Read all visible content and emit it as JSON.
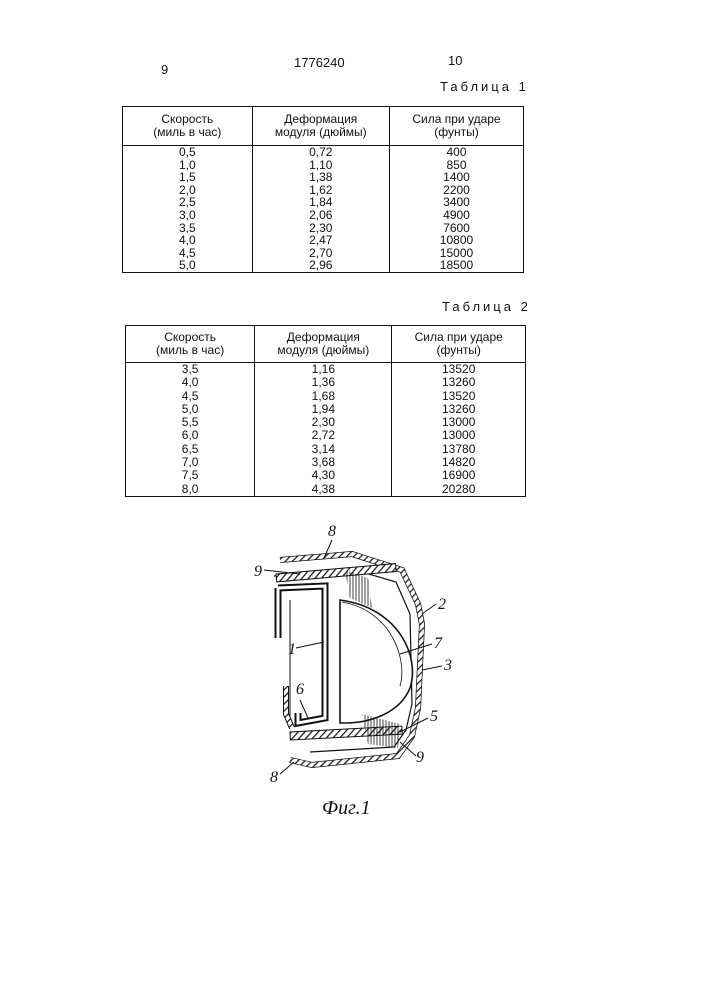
{
  "header": {
    "page_left": "9",
    "patent_number": "1776240",
    "page_right": "10"
  },
  "table1": {
    "caption": "Таблица 1",
    "headers": [
      {
        "l1": "Скорость",
        "l2": "(миль в час)"
      },
      {
        "l1": "Деформация",
        "l2": "модуля (дюймы)"
      },
      {
        "l1": "Сила при ударе",
        "l2": "(фунты)"
      }
    ],
    "rows": [
      [
        "0,5",
        "0,72",
        "400"
      ],
      [
        "1,0",
        "1,10",
        "850"
      ],
      [
        "1,5",
        "1,38",
        "1400"
      ],
      [
        "2,0",
        "1,62",
        "2200"
      ],
      [
        "2,5",
        "1,84",
        "3400"
      ],
      [
        "3,0",
        "2,06",
        "4900"
      ],
      [
        "3,5",
        "2,30",
        "7600"
      ],
      [
        "4,0",
        "2,47",
        "10800"
      ],
      [
        "4,5",
        "2,70",
        "15000"
      ],
      [
        "5,0",
        "2,96",
        "18500"
      ]
    ]
  },
  "table2": {
    "caption": "Таблица 2",
    "headers": [
      {
        "l1": "Скорость",
        "l2": "(миль в час)"
      },
      {
        "l1": "Деформация",
        "l2": "модуля (дюймы)"
      },
      {
        "l1": "Сила при ударе",
        "l2": "(фунты)"
      }
    ],
    "rows": [
      [
        "3,5",
        "1,16",
        "13520"
      ],
      [
        "4,0",
        "1,36",
        "13260"
      ],
      [
        "4,5",
        "1,68",
        "13520"
      ],
      [
        "5,0",
        "1,94",
        "13260"
      ],
      [
        "5,5",
        "2,30",
        "13000"
      ],
      [
        "6,0",
        "2,72",
        "13000"
      ],
      [
        "6,5",
        "3,14",
        "13780"
      ],
      [
        "7,0",
        "3,68",
        "14820"
      ],
      [
        "7,5",
        "4,30",
        "16900"
      ],
      [
        "8,0",
        "4,38",
        "20280"
      ]
    ]
  },
  "figure": {
    "labels": {
      "l1": "1",
      "l2": "2",
      "l3": "3",
      "l5": "5",
      "l6": "6",
      "l7": "7",
      "l8a": "8",
      "l8b": "8",
      "l9a": "9",
      "l9b": "9"
    },
    "caption": "Фиг.1"
  }
}
